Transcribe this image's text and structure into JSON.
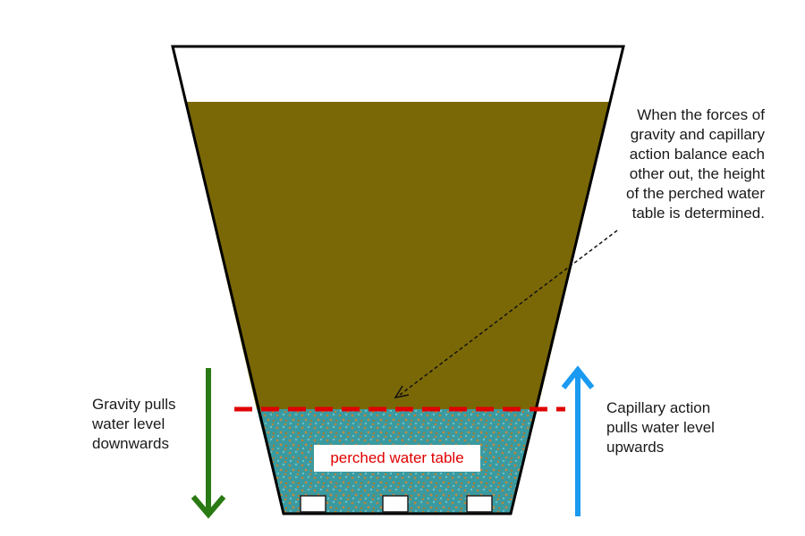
{
  "labels": {
    "balance_note": [
      "When the forces of",
      "gravity and capillary",
      "action balance each",
      "other out, the height",
      "of the perched water",
      "table is determined."
    ],
    "gravity": [
      "Gravity pulls",
      "water level",
      "downwards"
    ],
    "capillary": [
      "Capillary action",
      "pulls water level",
      "upwards"
    ],
    "perched_water_table": "perched water table"
  },
  "colors": {
    "soil": "#7a6806",
    "wet_soil": "#3a9aa0",
    "water_table_line": "#e00000",
    "gravity_arrow": "#2a7a14",
    "capillary_arrow": "#1a9af0",
    "container_outline": "#000000"
  },
  "icons": {
    "gravity_arrow": "arrow-down-icon",
    "capillary_arrow": "arrow-up-icon",
    "pointer_arrow": "dashed-arrow-icon"
  }
}
